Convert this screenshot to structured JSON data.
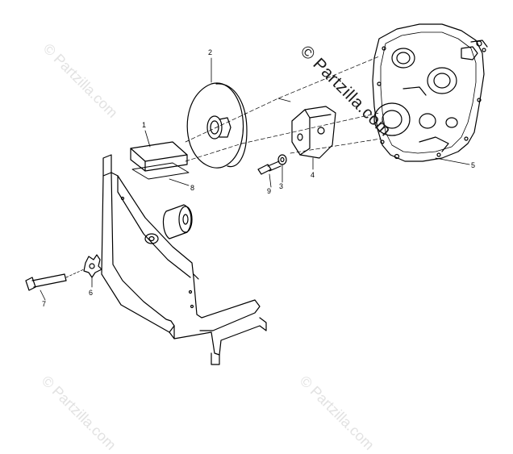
{
  "watermark": {
    "main": "© Partzilla.com",
    "faint": "© Partzilla.com"
  },
  "callouts": [
    {
      "id": "c1",
      "label": "1"
    },
    {
      "id": "c2",
      "label": "2"
    },
    {
      "id": "c3",
      "label": "3"
    },
    {
      "id": "c4",
      "label": "4"
    },
    {
      "id": "c5",
      "label": "5"
    },
    {
      "id": "c6",
      "label": "6"
    },
    {
      "id": "c7",
      "label": "7"
    },
    {
      "id": "c8",
      "label": "8"
    },
    {
      "id": "c9",
      "label": "9"
    }
  ]
}
